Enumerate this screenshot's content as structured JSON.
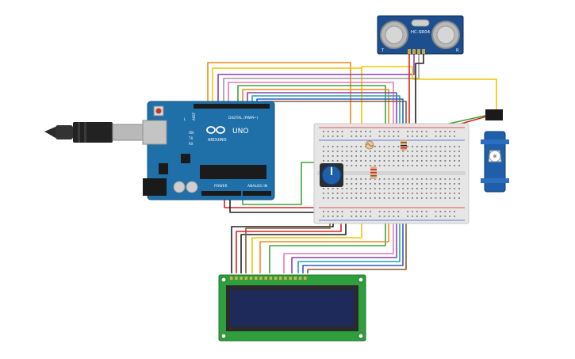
{
  "sensor": {
    "model_label": "HC-SR04",
    "left_corner": "T",
    "right_corner": "R"
  },
  "arduino": {
    "brand_label": "ARDUINO",
    "model_label": "UNO",
    "digital_label": "DIGITAL (PWM~)",
    "power_label": "POWER",
    "analog_label": "ANALOG IN",
    "aref_label": "AREF",
    "tx_label": "TX",
    "rx_label": "RX",
    "on_label": "ON",
    "l_label": "L"
  },
  "colors": {
    "arduino_board": "#1f6fa8",
    "sensor_board": "#1d4f8f",
    "lcd_board": "#2f9e3c",
    "lcd_screen": "#1e2a5a",
    "breadboard": "#e6e6e6",
    "servo_body": "#1f5faa",
    "wire_red": "#e02020",
    "wire_black": "#222222",
    "wire_orange": "#f08a1c",
    "wire_yellow": "#f2c500",
    "wire_green": "#3aa63a",
    "wire_purple": "#8c3fb0",
    "wire_brown": "#8a5a2b",
    "wire_gray": "#9a9a9a",
    "wire_pink": "#e07ab8",
    "wire_teal": "#19a6b5",
    "wire_blue": "#3558c8"
  }
}
